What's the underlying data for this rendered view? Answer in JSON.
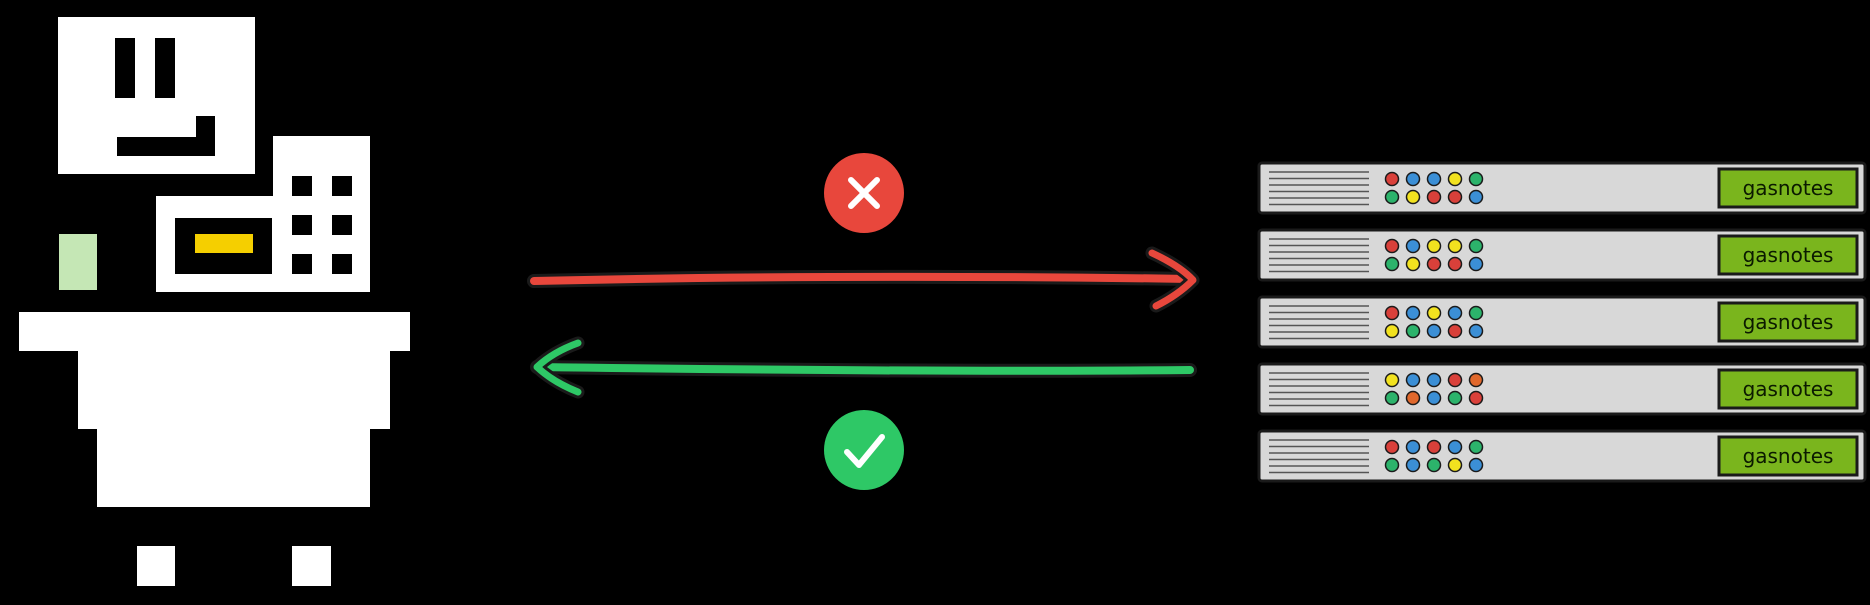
{
  "colors": {
    "background": "#000000",
    "robot_body": "#ffffff",
    "robot_screen_slot": "#f5cf00",
    "robot_side_panel": "#c5e7b5",
    "request_arrow": "#e8473c",
    "response_arrow": "#2ec866",
    "error_badge": "#e8473c",
    "success_badge": "#2ec866",
    "server_body": "#d8d8d8",
    "server_label_bg": "#7ab51d"
  },
  "icons": {
    "request_status": "x-icon",
    "response_status": "checkmark-icon"
  },
  "servers": [
    {
      "label": "gasnotes",
      "leds": [
        [
          "#d9403a",
          "#3b8fd6",
          "#3b8fd6",
          "#f2e21f",
          "#2cb36b"
        ],
        [
          "#2cb36b",
          "#f2e21f",
          "#d9403a",
          "#d9403a",
          "#3b8fd6"
        ]
      ]
    },
    {
      "label": "gasnotes",
      "leds": [
        [
          "#d9403a",
          "#3b8fd6",
          "#f2e21f",
          "#f2e21f",
          "#2cb36b"
        ],
        [
          "#2cb36b",
          "#f2e21f",
          "#d9403a",
          "#d9403a",
          "#3b8fd6"
        ]
      ]
    },
    {
      "label": "gasnotes",
      "leds": [
        [
          "#d9403a",
          "#3b8fd6",
          "#f2e21f",
          "#3b8fd6",
          "#2cb36b"
        ],
        [
          "#f2e21f",
          "#2cb36b",
          "#3b8fd6",
          "#d9403a",
          "#3b8fd6"
        ]
      ]
    },
    {
      "label": "gasnotes",
      "leds": [
        [
          "#f2e21f",
          "#3b8fd6",
          "#3b8fd6",
          "#d9403a",
          "#e0682c"
        ],
        [
          "#2cb36b",
          "#e0682c",
          "#3b8fd6",
          "#2cb36b",
          "#d9403a"
        ]
      ]
    },
    {
      "label": "gasnotes",
      "leds": [
        [
          "#d9403a",
          "#3b8fd6",
          "#d9403a",
          "#3b8fd6",
          "#2cb36b"
        ],
        [
          "#2cb36b",
          "#3b8fd6",
          "#2cb36b",
          "#f2e21f",
          "#3b8fd6"
        ]
      ]
    }
  ]
}
